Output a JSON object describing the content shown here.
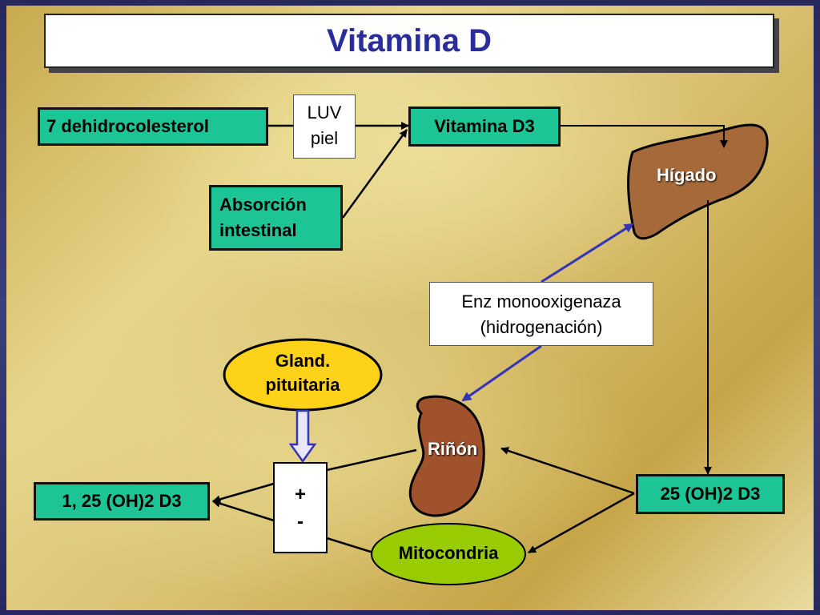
{
  "title": "Vitamina D",
  "nodes": {
    "dehidro": "7 dehidrocolesterol",
    "luv_line1": "LUV",
    "luv_line2": "piel",
    "vitd3": "Vitamina D3",
    "absorcion_line1": "Absorción",
    "absorcion_line2": "intestinal",
    "higado": "Hígado",
    "enzima_line1": "Enz monooxigenaza",
    "enzima_line2": "(hidrogenación)",
    "gland_line1": "Gland.",
    "gland_line2": "pituitaria",
    "rinon": "Riñón",
    "oh25": "25 (OH)2 D3",
    "oh125": "1, 25 (OH)2 D3",
    "plus": "+",
    "minus": "-",
    "mitocondria": "Mitocondria"
  },
  "colors": {
    "title_text": "#2b2e9a",
    "box_fill": "#1dc496",
    "organ_fill": "#a0522d",
    "oval_yellow": "#ffd21a",
    "oval_green": "#99cc00",
    "blue_arrow": "#3333bb"
  }
}
